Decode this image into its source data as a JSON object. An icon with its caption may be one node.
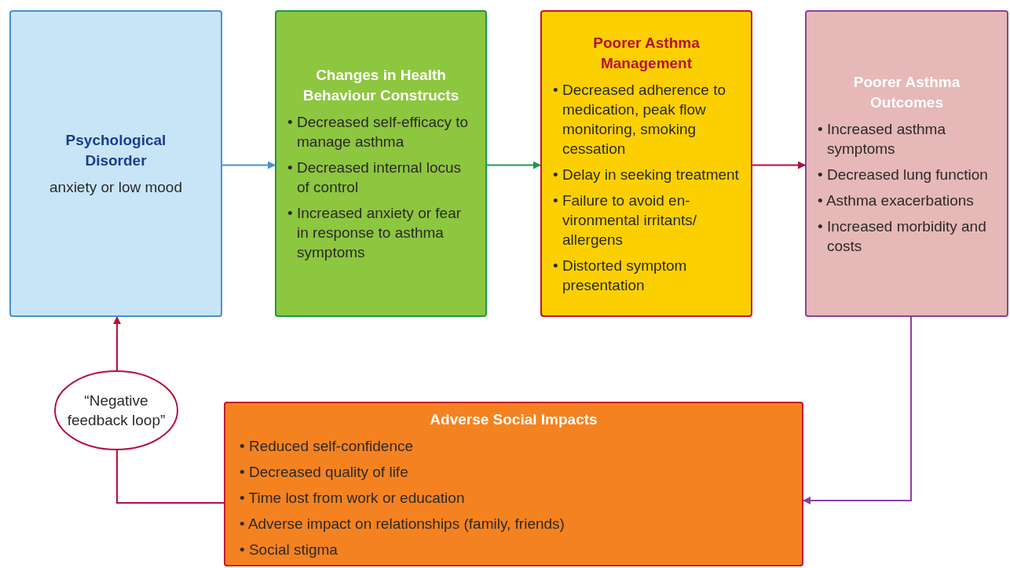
{
  "diagram": {
    "nodes": [
      {
        "text": [
          "Psychological Disorder",
          "anxiety or low mood"
        ]
      },
      {
        "text": [
          "Changes in Health Behaviour Constructs",
          "• Decreased self-efficacy to manage asthma",
          "• Decreased internal locus of control",
          "• Increased anxiety or fear in response to asthma symptoms"
        ]
      },
      {
        "text": [
          "Poorer Asthma Management",
          "• Decreased adherence to medication, peak flow monitoring, smoking cessation",
          "• Delay in seeking treatment",
          "• Failure to avoid en-vironmental irritants/ allergens",
          "• Distorted symptom presentation"
        ]
      },
      {
        "text": [
          "Poorer Asthma Outcomes",
          "• Increased asthma symptoms",
          "• Decreased lung function",
          "• Asthma exacerbations",
          "• Increased morbidity and costs"
        ]
      },
      {
        "text": [
          "Adverse Social Impacts",
          "• Reduced self-confidence",
          "• Decreased quality of life",
          "• Time lost from work or education",
          "• Adverse impact on relationships (family, friends)",
          "• Social stigma"
        ]
      },
      {
        "text": [
          "“Negative feedback loop”"
        ]
      }
    ],
    "edges": [
      {
        "from": 0,
        "to": 1,
        "arrow": "to",
        "color": "#4a90d0"
      },
      {
        "from": 1,
        "to": 2,
        "arrow": "to",
        "color": "#1a9a4a"
      },
      {
        "from": 2,
        "to": 3,
        "arrow": "to",
        "color": "#b5103c"
      },
      {
        "from": 3,
        "to": 4,
        "arrow": "to",
        "color": "#8e3fa0"
      },
      {
        "from": 4,
        "to": 5,
        "arrow": "none",
        "color": "#b5103c"
      },
      {
        "from": 5,
        "to": 0,
        "arrow": "to",
        "color": "#b5103c"
      }
    ]
  }
}
